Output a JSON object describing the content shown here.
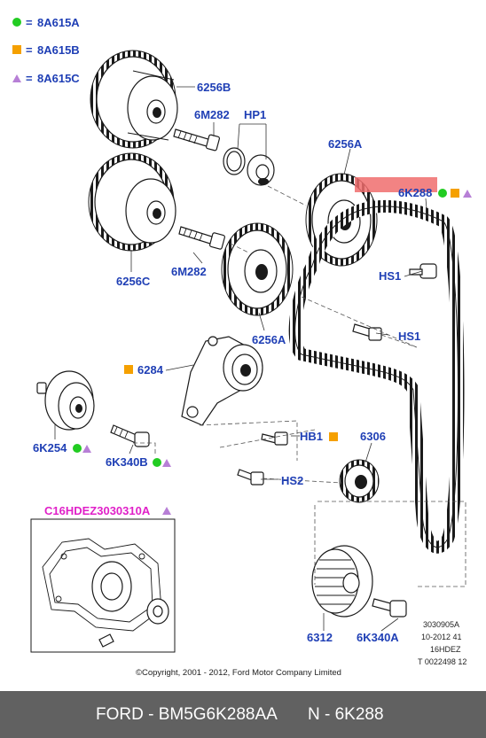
{
  "legend": [
    {
      "symbol": "green-circle",
      "code": "8A615A"
    },
    {
      "symbol": "orange-square",
      "code": "8A615B"
    },
    {
      "symbol": "purple-triangle",
      "code": "8A615C"
    }
  ],
  "parts": {
    "p6256B": "6256B",
    "p6M282_top": "6M282",
    "pHP1": "HP1",
    "p6256A_top": "6256A",
    "p6K288": "6K288",
    "p6256C": "6256C",
    "p6M282_mid": "6M282",
    "pHS1_a": "HS1",
    "pHS1_b": "HS1",
    "p6256A_mid": "6256A",
    "p6284": "6284",
    "p6K254": "6K254",
    "p6K340B": "6K340B",
    "pHB1": "HB1",
    "p6306": "6306",
    "pHS2": "HS2",
    "pC16": "C16HDEZ3030310A",
    "p6312": "6312",
    "p6K340A": "6K340A"
  },
  "info": {
    "line1": "3030905A",
    "line2": "10-2012 41",
    "line3": "16HDEZ",
    "line4": "T 0022498 12"
  },
  "copyright": "©Copyright, 2001 - 2012, Ford Motor Company Limited",
  "footer": {
    "left": "FORD - BM5G6K288AA",
    "right": "N - 6K288"
  },
  "colors": {
    "label_blue": "#1f3fb5",
    "pink": "#e020c8",
    "green": "#22cc22",
    "orange": "#f5a000",
    "purple": "#b77fd6",
    "highlight": "#f06d6d",
    "footer_bg": "#616161"
  }
}
